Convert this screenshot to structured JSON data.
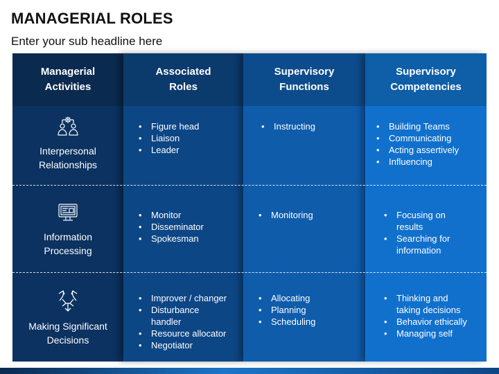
{
  "title": "MANAGERIAL ROLES",
  "subtitle": "Enter your sub headline here",
  "headers": {
    "activities": [
      "Managerial",
      "Activities"
    ],
    "roles": [
      "Associated",
      "Roles"
    ],
    "functions": [
      "Supervisory",
      "Functions"
    ],
    "competencies": [
      "Supervisory",
      "Competencies"
    ]
  },
  "rows": [
    {
      "icon": "team-gear-icon",
      "activity": [
        "Interpersonal",
        "Relationships"
      ],
      "roles": [
        "Figure head",
        "Liaison",
        "Leader"
      ],
      "functions": [
        "Instructing"
      ],
      "competencies": [
        "Building Teams",
        "Communicating",
        "Acting assertively",
        "Influencing"
      ]
    },
    {
      "icon": "monitor-icon",
      "activity": [
        "Information",
        "Processing"
      ],
      "roles": [
        "Monitor",
        "Disseminator",
        "Spokesman"
      ],
      "functions": [
        "Monitoring"
      ],
      "competencies": [
        [
          "Focusing on",
          "results"
        ],
        [
          "Searching for",
          "information"
        ]
      ]
    },
    {
      "icon": "decision-arrows-icon",
      "activity": [
        "Making Significant",
        "Decisions"
      ],
      "roles": [
        "Improver / changer",
        [
          "Disturbance",
          "handler"
        ],
        "Resource allocator",
        "Negotiator"
      ],
      "functions": [
        "Allocating",
        "Planning",
        "Scheduling"
      ],
      "competencies": [
        [
          "Thinking and",
          "taking decisions"
        ],
        "Behavior ethically",
        "Managing self"
      ]
    }
  ],
  "colors": {
    "col1": "#0b3260",
    "col2": "#0d4685",
    "col3": "#0f5cab",
    "col4": "#1170cc",
    "bottom_bar": "#1c75c9"
  }
}
